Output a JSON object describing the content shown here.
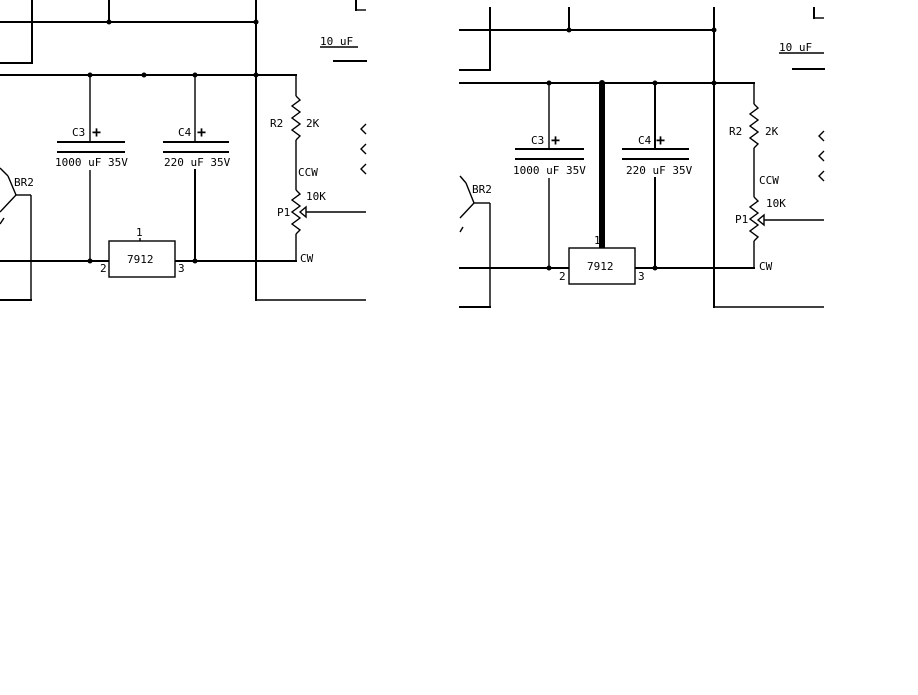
{
  "colors": {
    "background": "#ffffff",
    "ink": "#000000"
  },
  "left_panel": {
    "c3_ref": "C3",
    "c3_value": "1000 uF 35V",
    "c4_ref": "C4",
    "c4_value": "220 uF 35V",
    "r2_ref": "R2",
    "r2_value": "2K",
    "ccw": "CCW",
    "p1_value": "10K",
    "p1_ref": "P1",
    "cw": "CW",
    "br_ref": "BR2",
    "reg_name": "7912",
    "pin1": "1",
    "pin2": "2",
    "pin3": "3",
    "cap_top_value": "10 uF"
  },
  "right_panel": {
    "c3_ref": "C3",
    "c3_value": "1000 uF 35V",
    "c4_ref": "C4",
    "c4_value": "220 uF 35V",
    "r2_ref": "R2",
    "r2_value": "2K",
    "ccw": "CCW",
    "p1_value": "10K",
    "p1_ref": "P1",
    "cw": "CW",
    "br_ref": "BR2",
    "reg_name": "7912",
    "pin1": "1",
    "pin2": "2",
    "pin3": "3",
    "cap_top_value": "10 uF"
  }
}
